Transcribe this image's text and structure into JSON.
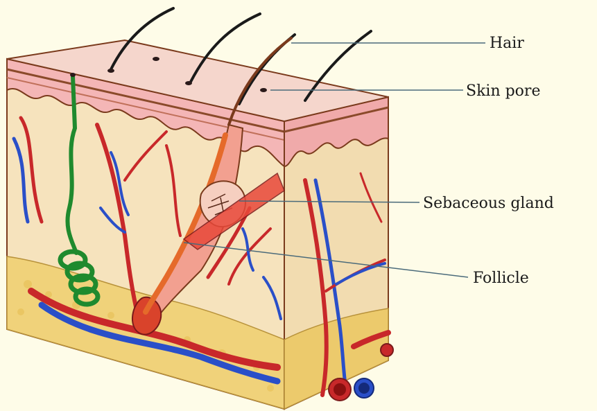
{
  "labels": {
    "hair": "Hair",
    "skin_pore": "Skin pore",
    "sebaceous_gland": "Sebaceous gland",
    "follicle": "Follicle"
  },
  "colors": {
    "background": "#fefce8",
    "epidermis": "#f4c0c0",
    "dermis": "#f6e3bd",
    "fat": "#f0d27a",
    "artery": "#d42a2a",
    "vein": "#2a4fc8",
    "sweat_gland": "#1f8a2e",
    "follicle": "#d9432b"
  }
}
